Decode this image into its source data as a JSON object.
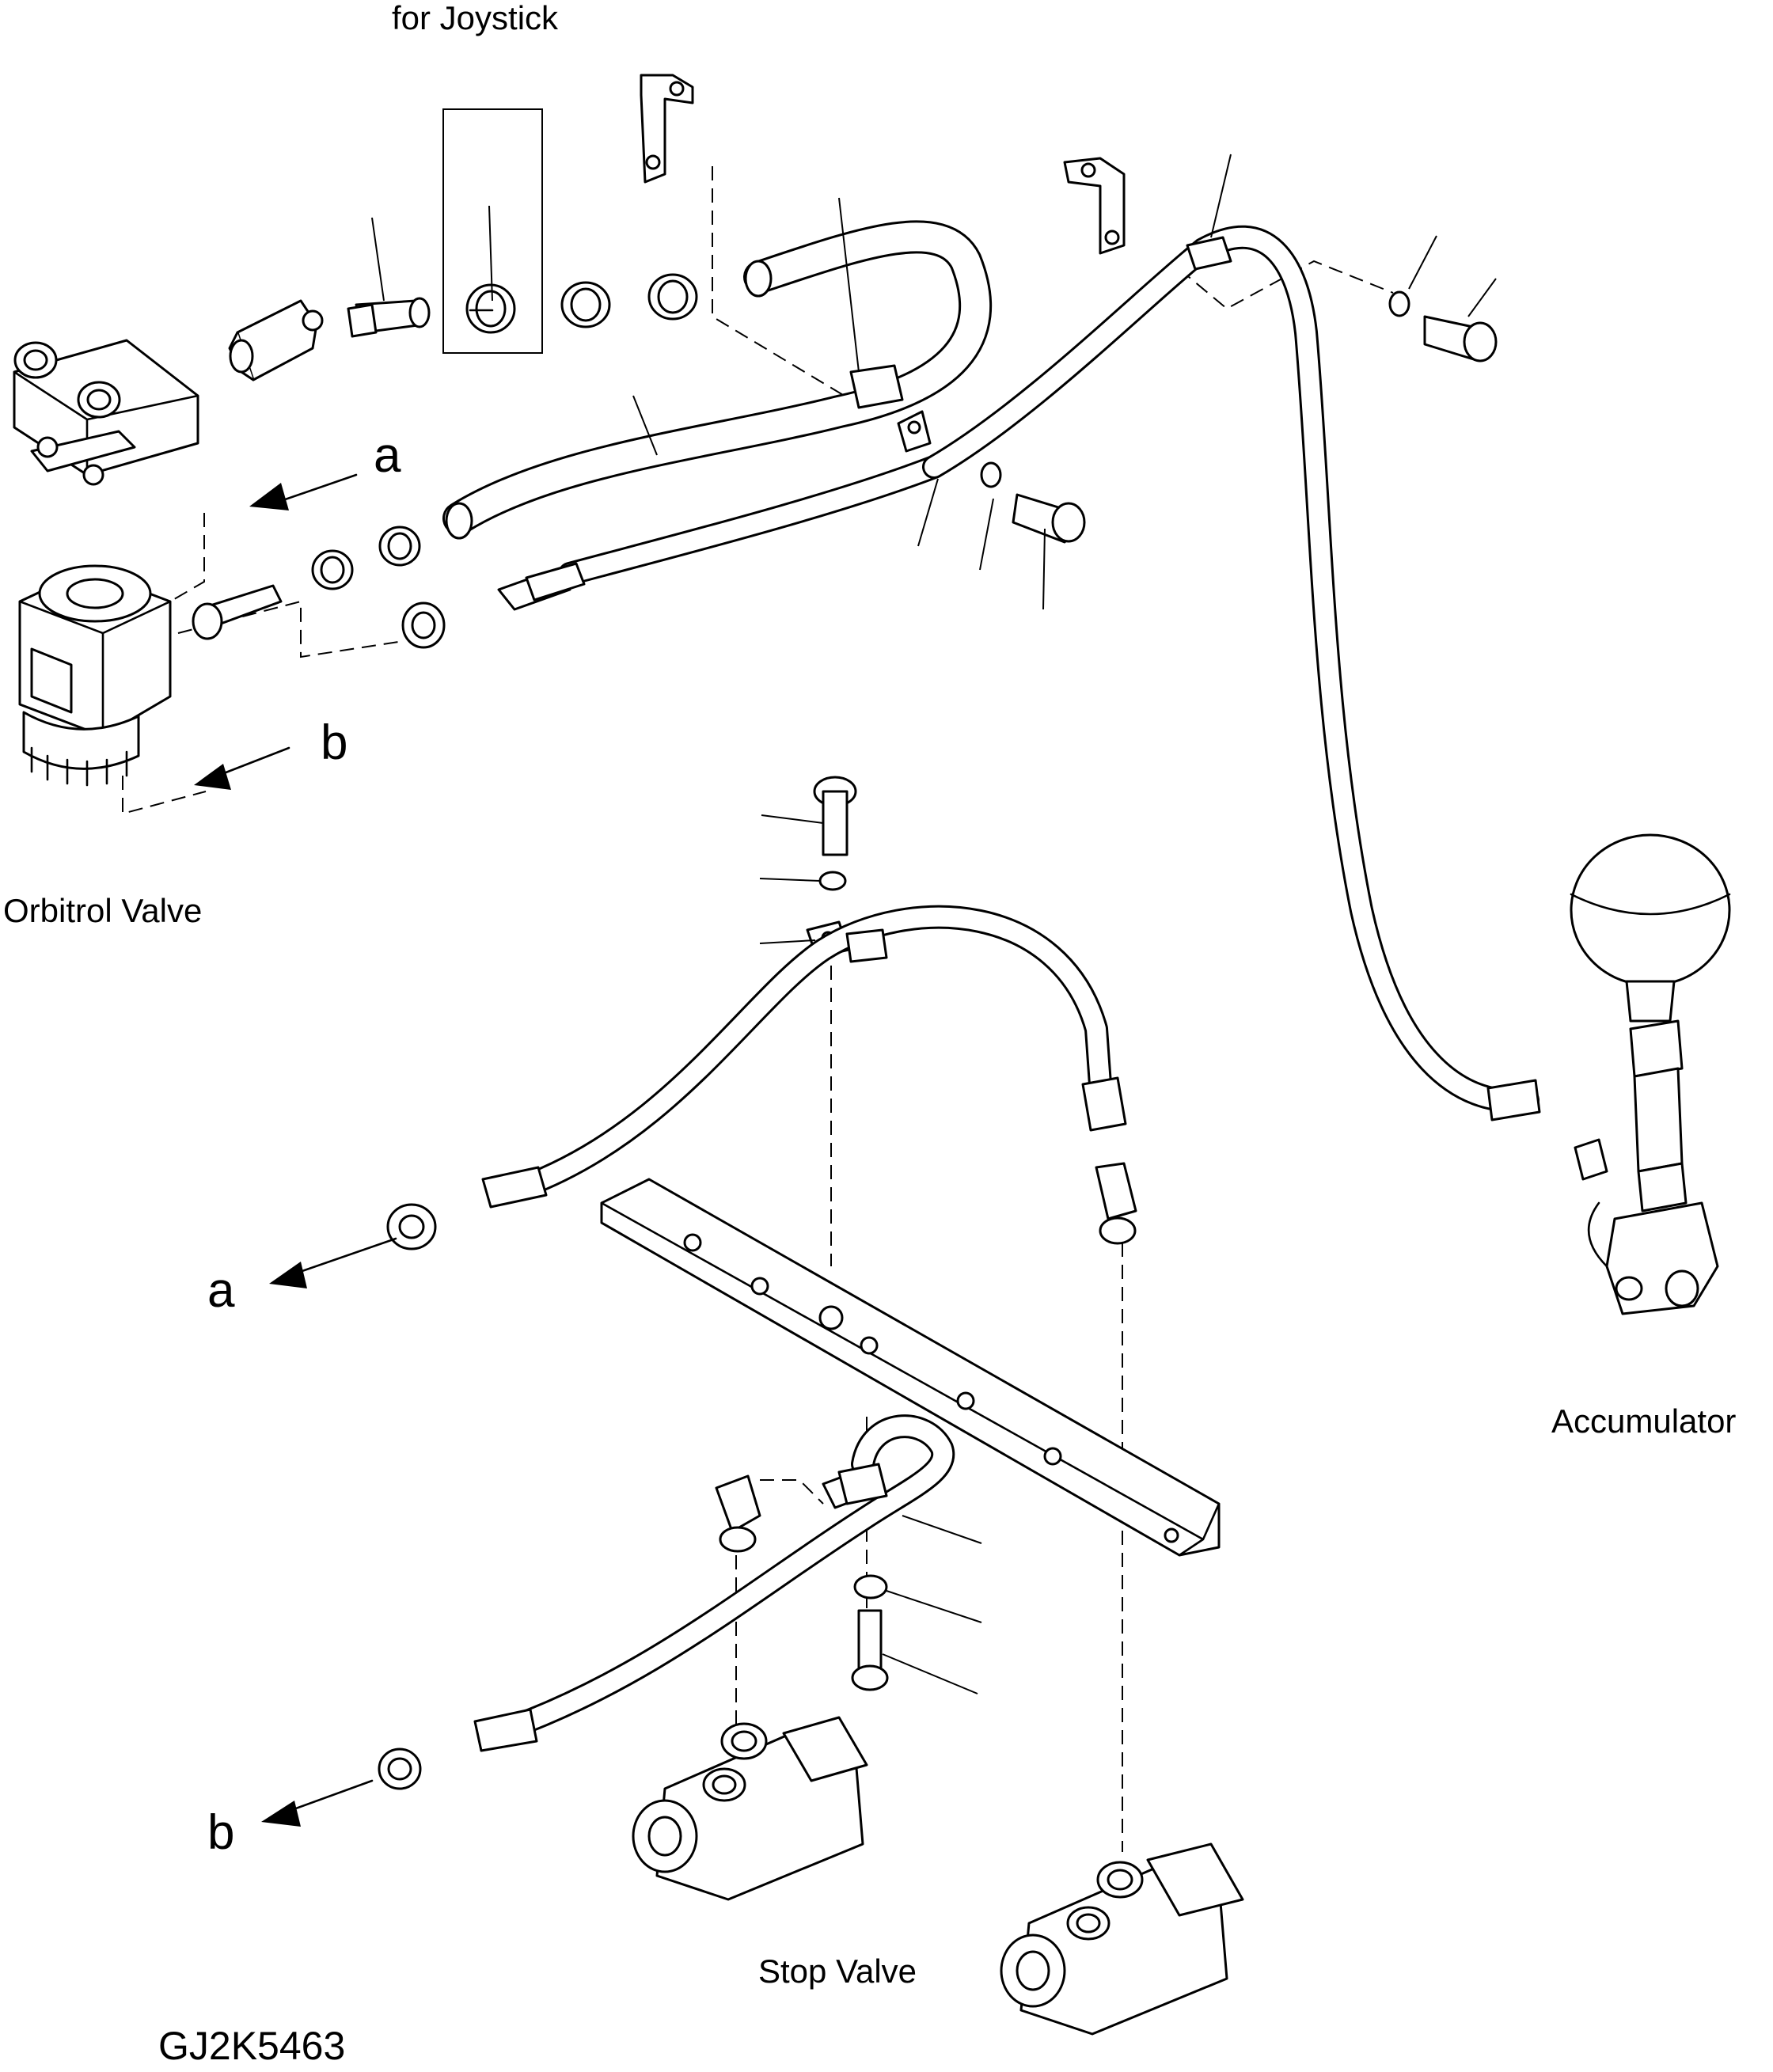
{
  "labels": {
    "joystick": "for Joystick",
    "orbitrol": "Orbitrol Valve",
    "accumulator": "Accumulator",
    "stop_valve": "Stop Valve",
    "drawing_code": "GJ2K5463"
  },
  "markers": {
    "a_top": "a",
    "b_top": "b",
    "a_bottom": "a",
    "b_bottom": "b"
  }
}
